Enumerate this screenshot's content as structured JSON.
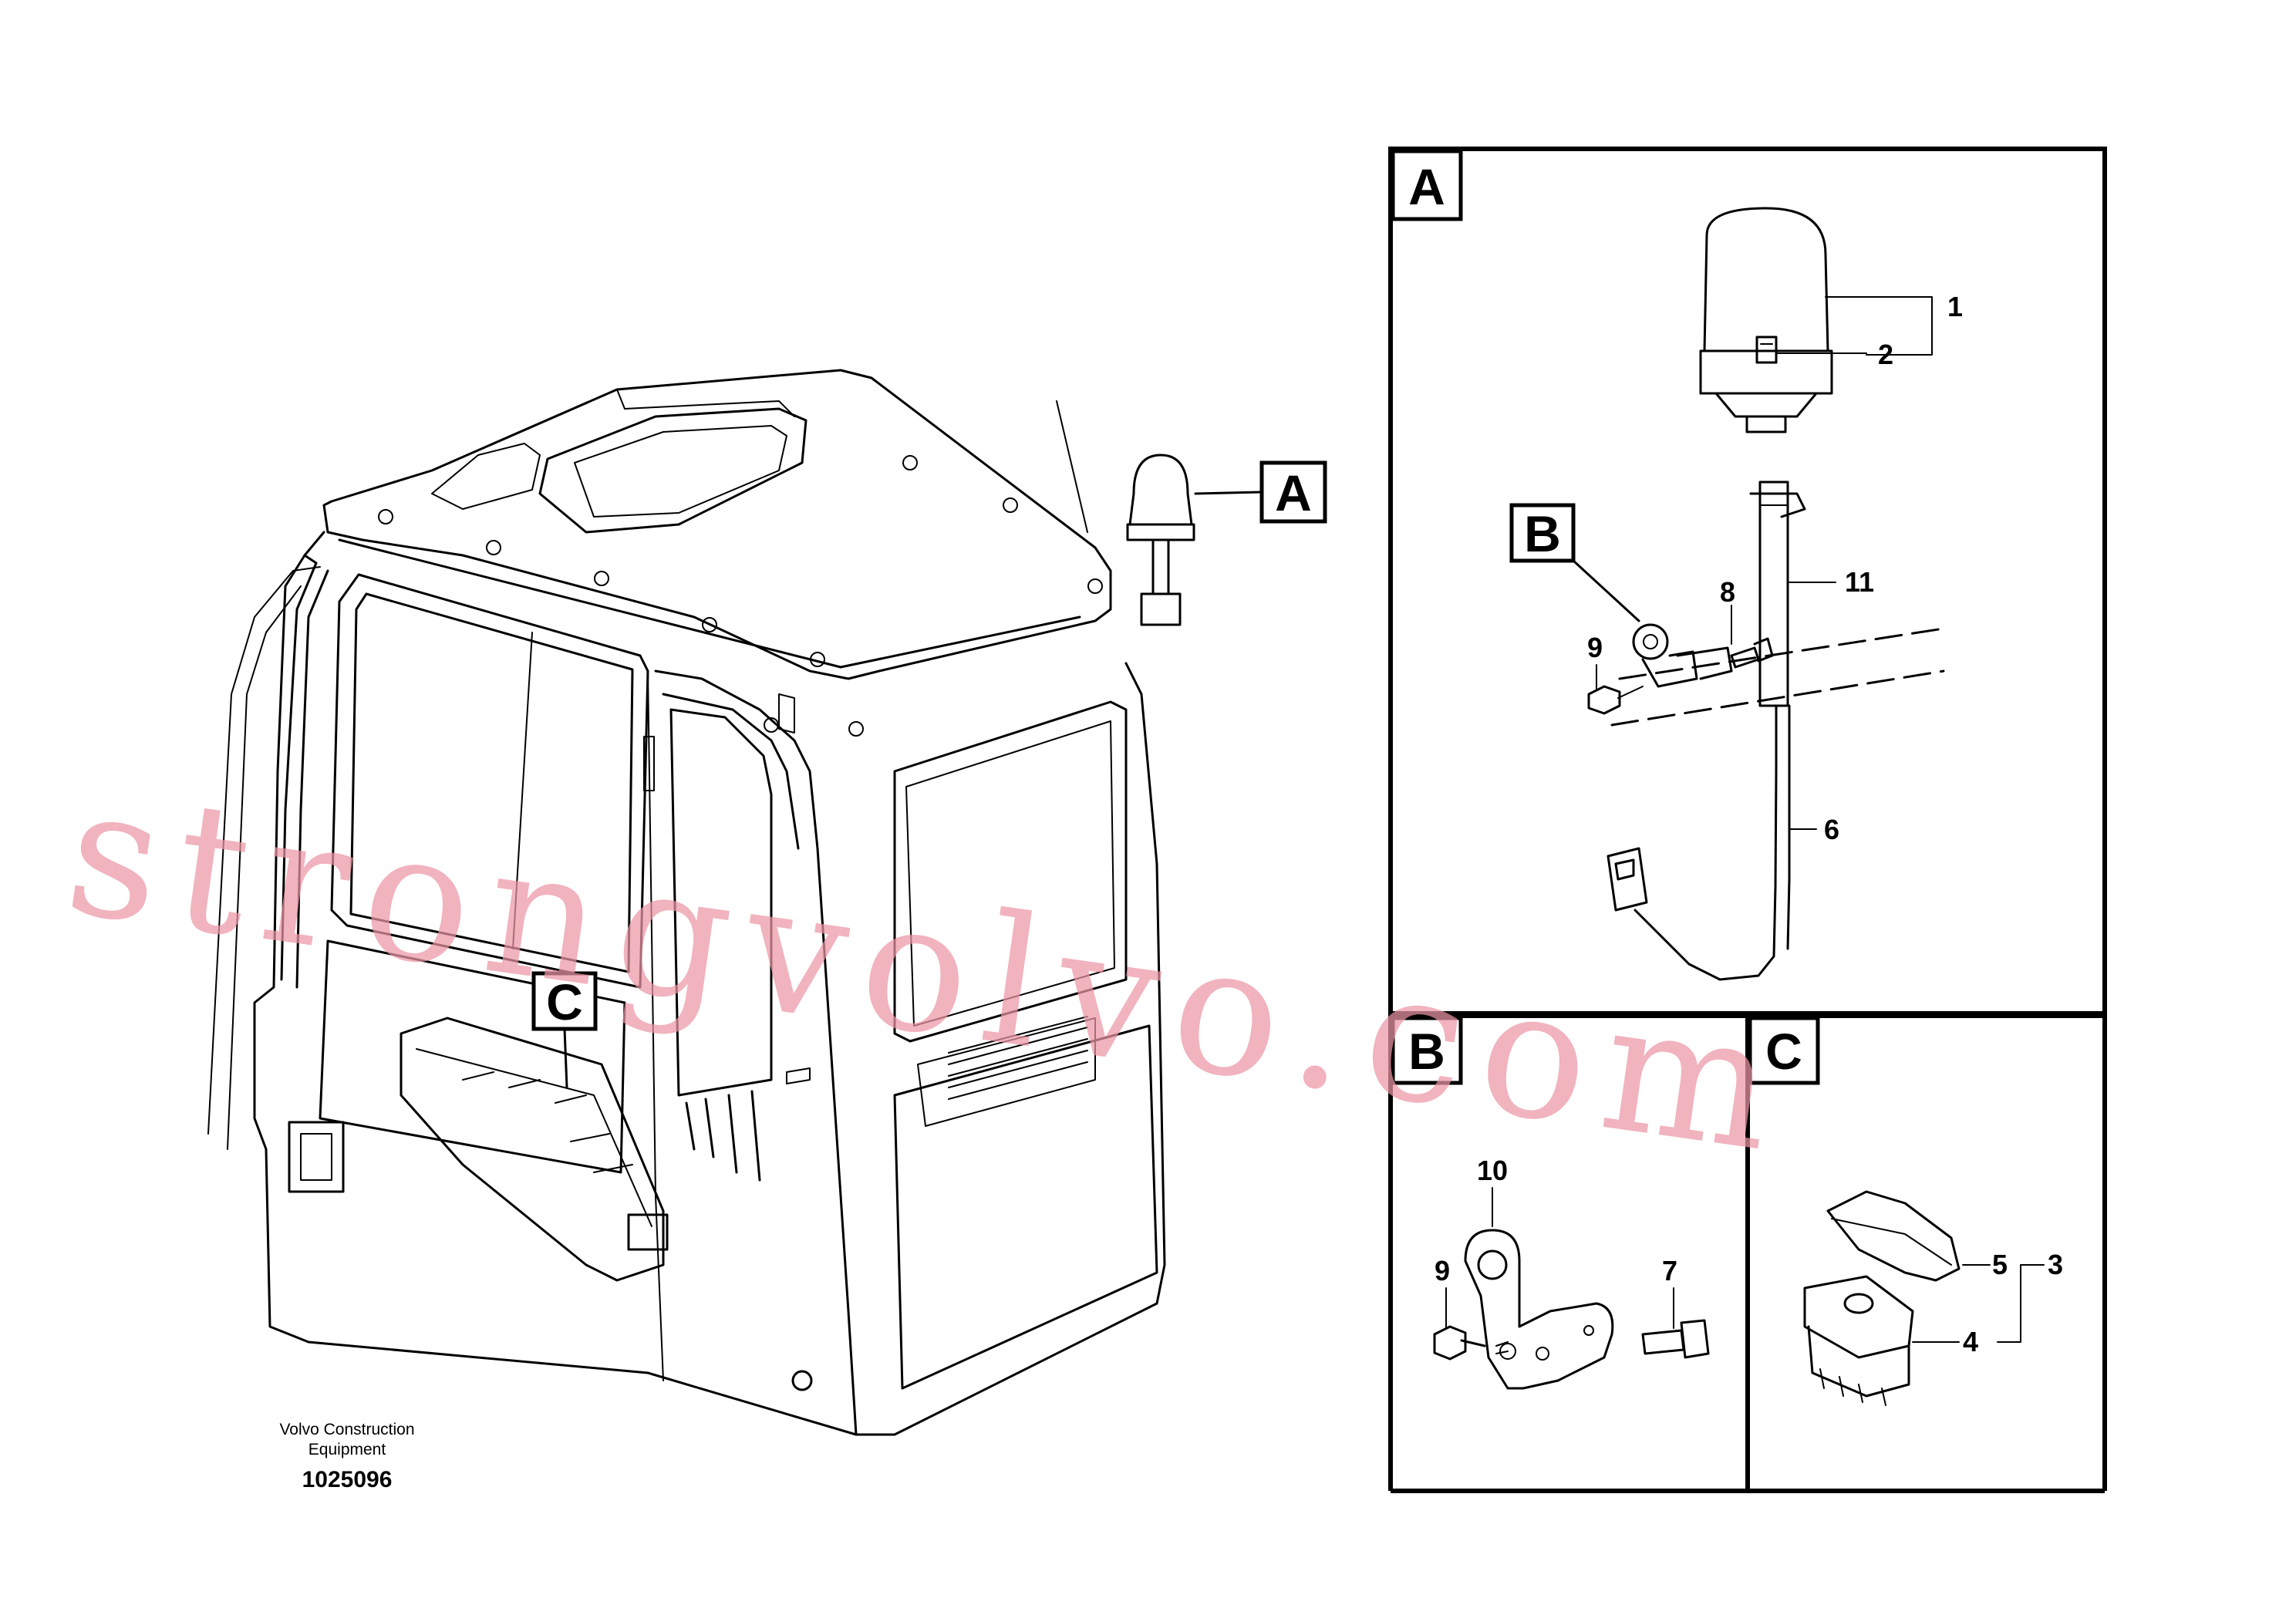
{
  "callouts": {
    "a": "A",
    "b": "B",
    "c": "C"
  },
  "part_numbers": {
    "p1": "1",
    "p2": "2",
    "p3": "3",
    "p4": "4",
    "p5": "5",
    "p6": "6",
    "p7": "7",
    "p8": "8",
    "p9": "9",
    "p9b": "9",
    "p10": "10",
    "p11": "11"
  },
  "caption": {
    "line1": "Volvo Construction",
    "line2": "Equipment",
    "part_number": "1025096"
  },
  "watermark": "strongvolvo.com",
  "colors": {
    "line": "#000000",
    "watermark": "#eb96a5",
    "background": "#ffffff"
  }
}
